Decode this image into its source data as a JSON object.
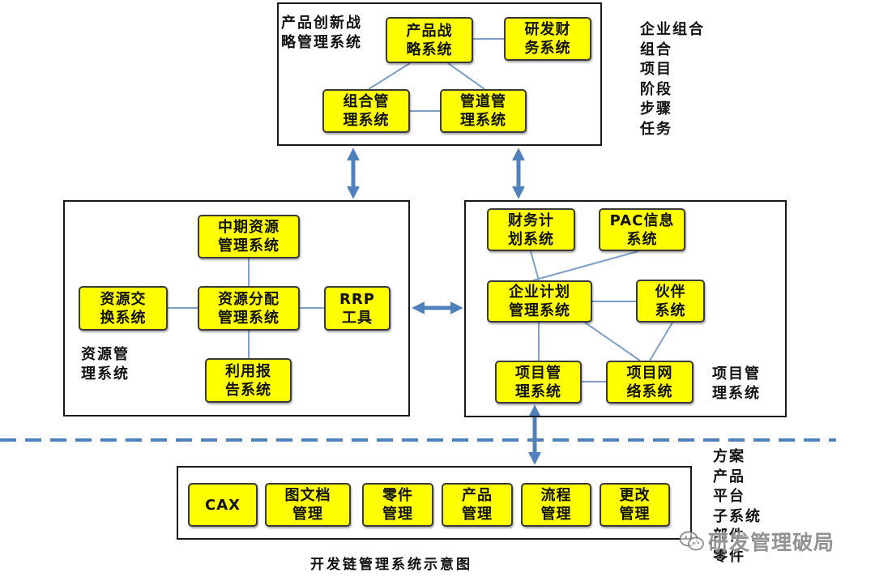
{
  "colors": {
    "node_fill": "#FFFF00",
    "node_border": "#3a3a3a",
    "frame_border": "#1a1a1a",
    "arrow": "#4F81BD",
    "dashed_line": "#4F81BD",
    "connector": "#7F9FC6",
    "text": "#111111"
  },
  "strategy_system": {
    "label": "产品创新战\n略管理系统",
    "product_strategy": "产品战\n略系统",
    "rd_finance": "研发财\n务系统",
    "portfolio_management": "组合管\n理系统",
    "pipeline_management": "管道管\n理系统",
    "levels": [
      "企业组合",
      "组合",
      "项目",
      "阶段",
      "步骤",
      "任务"
    ]
  },
  "resource_system": {
    "label": "资源管\n理系统",
    "midterm_resource": "中期资源\n管理系统",
    "resource_exchange": "资源交\n换系统",
    "resource_allocation": "资源分配\n管理系统",
    "rrp_tool": "RRP\n工具",
    "utilization_report": "利用报\n告系统"
  },
  "project_system": {
    "label": "项目管\n理系统",
    "financial_planning": "财务计\n划系统",
    "pac_info": "PAC信息\n系统",
    "enterprise_planning": "企业计划\n管理系统",
    "partner": "伙伴\n系统",
    "project_management": "项目管\n理系统",
    "project_network": "项目网\n络系统"
  },
  "product_data_system": {
    "modules": [
      "CAX",
      "图文档\n管理",
      "零件\n管理",
      "产品\n管理",
      "流程\n管理",
      "更改\n管理"
    ],
    "levels": [
      "方案",
      "产品",
      "平台",
      "子系统",
      "部件",
      "零件"
    ]
  },
  "caption": "开发链管理系统示意图",
  "watermark": {
    "icon": "wechat-icon",
    "text": "研发管理破局"
  }
}
